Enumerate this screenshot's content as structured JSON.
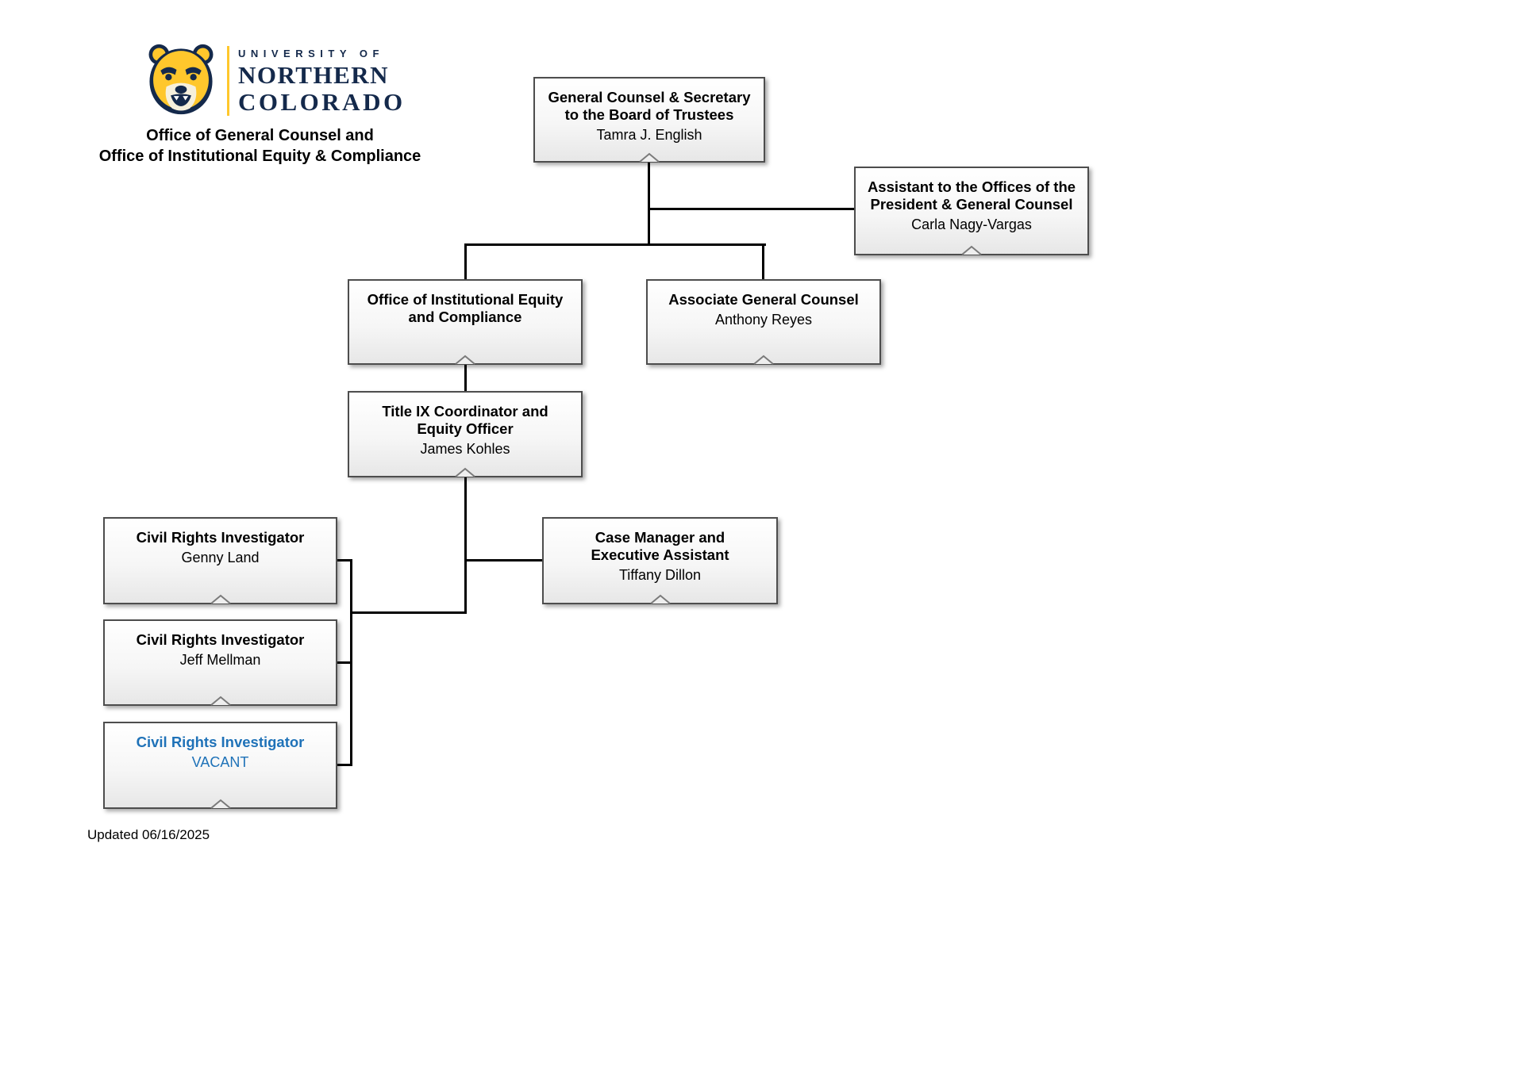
{
  "page": {
    "header": {
      "logo": {
        "small_caps": "UNIVERSITY OF",
        "line1": "NORTHERN",
        "line2": "COLORADO"
      },
      "title_line1": "Office of General Counsel and",
      "title_line2": "Office of Institutional Equity & Compliance"
    },
    "footer": {
      "updated": "Updated 06/16/2025"
    }
  },
  "colors": {
    "navy": "#14294B",
    "gold": "#FFC72C",
    "vacant_blue": "#1F72B8",
    "box_border": "#4d4d4d",
    "connector": "#000000"
  },
  "boxes": [
    {
      "key": "general-counsel",
      "title": "General Counsel & Secretary\nto the Board of Trustees",
      "name": "Tamra J. English"
    },
    {
      "key": "assistant-president-gc",
      "title": "Assistant to the Offices of the\nPresident & General Counsel",
      "name": "Carla Nagy-Vargas"
    },
    {
      "key": "office-iec",
      "title": "Office of Institutional Equity\nand Compliance",
      "name": ""
    },
    {
      "key": "associate-gc",
      "title": "Associate General Counsel",
      "name": "Anthony Reyes"
    },
    {
      "key": "title-ix",
      "title": "Title IX Coordinator and\nEquity Officer",
      "name": "James Kohles"
    },
    {
      "key": "cri-genny-land",
      "title": "Civil Rights Investigator",
      "name": "Genny Land"
    },
    {
      "key": "case-manager",
      "title": "Case Manager and\nExecutive Assistant",
      "name": "Tiffany Dillon"
    },
    {
      "key": "cri-jeff-mellman",
      "title": "Civil Rights Investigator",
      "name": "Jeff Mellman"
    },
    {
      "key": "cri-vacant",
      "title": "Civil Rights Investigator",
      "name": "VACANT",
      "vacant": true
    }
  ]
}
